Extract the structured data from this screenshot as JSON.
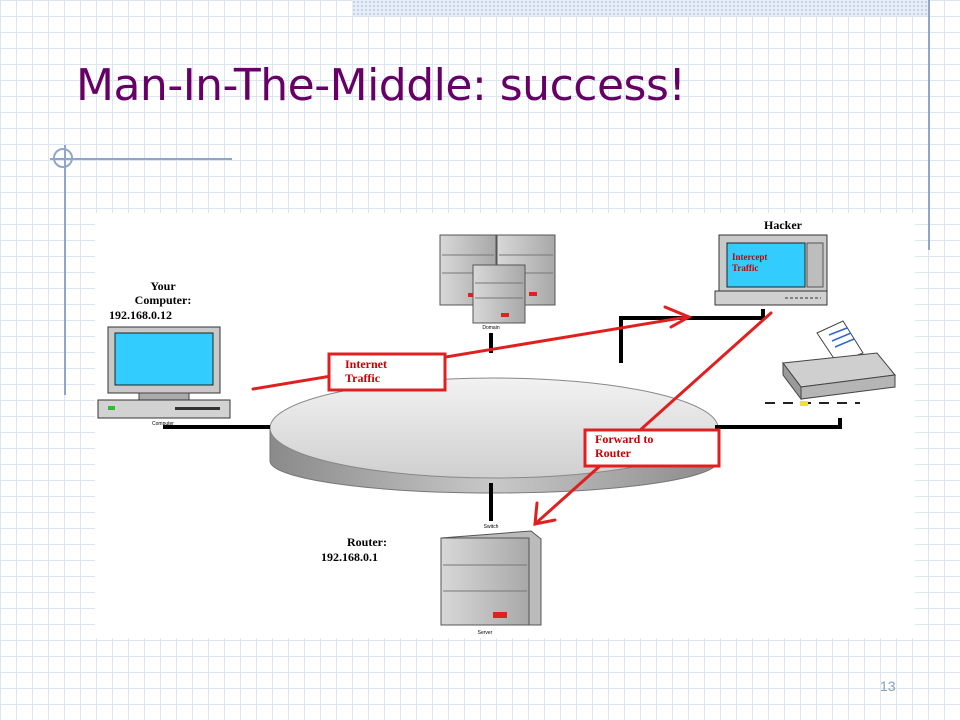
{
  "slide": {
    "title": "Man-In-The-Middle: success!",
    "page_number": "13"
  },
  "diagram": {
    "your_computer": {
      "title_line1": "Your",
      "title_line2": "Computer:",
      "ip": "192.168.0.12",
      "caption": "Computer"
    },
    "hacker": {
      "title": "Hacker",
      "screen_line1": "Intercept",
      "screen_line2": "Traffic"
    },
    "router": {
      "title": "Router:",
      "ip": "192.168.0.1",
      "caption": "Server",
      "link_caption": "Switch"
    },
    "domain_servers": {
      "caption": "Domain"
    },
    "callouts": {
      "internet_line1": "Internet",
      "internet_line2": "Traffic",
      "forward_line1": "Forward to",
      "forward_line2": "Router"
    },
    "colors": {
      "title": "#660066",
      "annotation_red": "#e02020",
      "monitor_screen": "#33ccff"
    }
  }
}
